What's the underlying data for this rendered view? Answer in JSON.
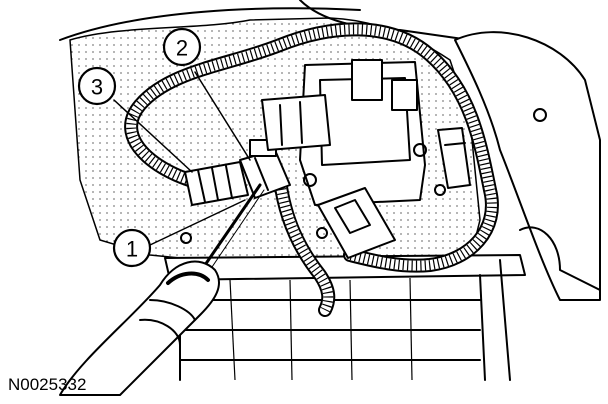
{
  "figure": {
    "reference_code": "N0025332",
    "callouts": [
      {
        "id": "1",
        "label": "1"
      },
      {
        "id": "2",
        "label": "2"
      },
      {
        "id": "3",
        "label": "3"
      }
    ]
  }
}
